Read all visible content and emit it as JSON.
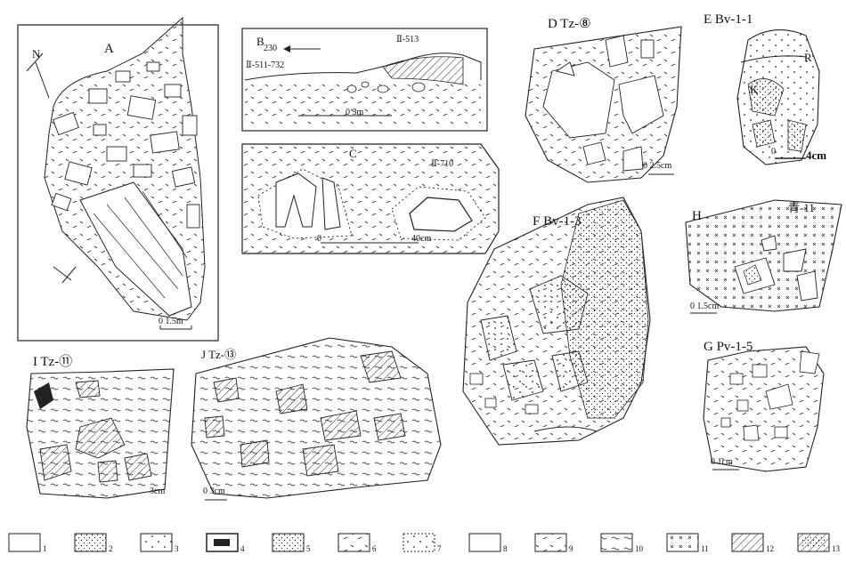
{
  "panels": {
    "A": {
      "letter": "A",
      "north": "N",
      "scale": "0   1.5m"
    },
    "B": {
      "letter": "B",
      "left_label": "Ⅱ-511-732",
      "arrow_label": "230",
      "right_label": "Ⅱ-513",
      "scale": "0          3m"
    },
    "C": {
      "letter": "C",
      "id": "Ⅱ-710",
      "scale_zero": "0",
      "scale_end": "40cm"
    },
    "D": {
      "title": "D  Tz-⑧",
      "scale": "0  2.5cm"
    },
    "E": {
      "title": "E  Bv-1-1",
      "r_label": "R",
      "k_label": "K",
      "scale_zero": "0",
      "scale_end": "4cm"
    },
    "F": {
      "title": "F  Bv-1-3"
    },
    "H": {
      "letter": "H",
      "id": "青-11",
      "scale": "0  1.5cm"
    },
    "G": {
      "title": "G  Pv-1-5",
      "scale": "0   1cm"
    },
    "I": {
      "title": "I  Tz-⑪",
      "scale": "3cm"
    },
    "J": {
      "title": "J  Tz-⑬",
      "scale": "0   3cm"
    }
  },
  "legend": {
    "items": [
      "1",
      "2",
      "3",
      "4",
      "5",
      "6",
      "7",
      "8",
      "9",
      "10",
      "11",
      "12",
      "13"
    ]
  }
}
